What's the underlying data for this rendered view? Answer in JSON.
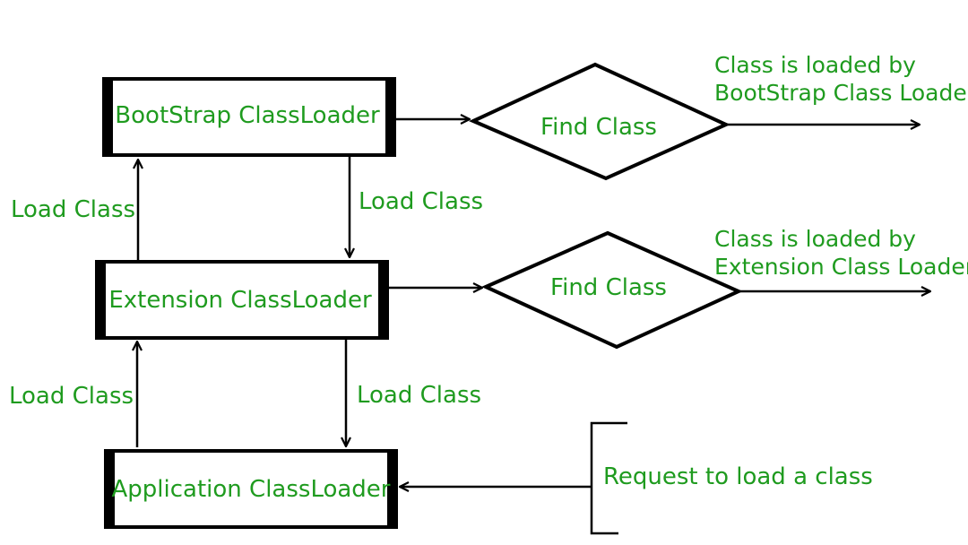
{
  "boxes": {
    "bootstrap": "BootStrap ClassLoader",
    "extension": "Extension ClassLoader",
    "application": "Application ClassLoader"
  },
  "diamonds": {
    "top": "Find Class",
    "middle": "Find Class"
  },
  "edge_labels": {
    "up_1": "Load Class",
    "down_1": "Load Class",
    "up_2": "Load Class",
    "down_2": "Load Class"
  },
  "results": {
    "bootstrap": [
      "Class is loaded by",
      "BootStrap Class Loader"
    ],
    "extension": [
      "Class is loaded by",
      "Extension Class Loader"
    ]
  },
  "request_label": "Request to load a class",
  "colors": {
    "text": "#1f9b1f",
    "stroke": "#000000"
  }
}
